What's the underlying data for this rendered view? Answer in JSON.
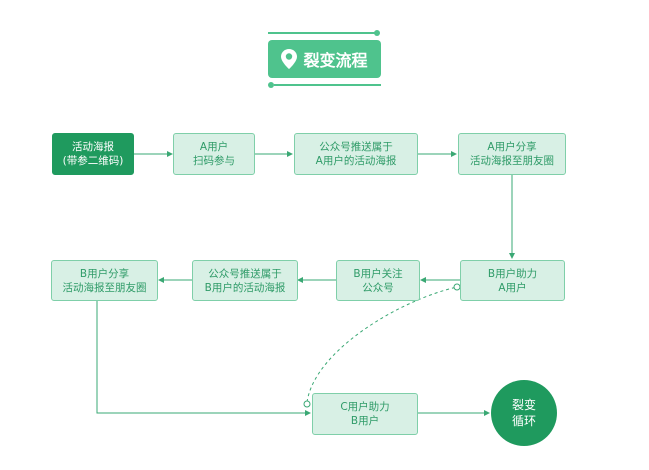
{
  "title": {
    "text": "裂变流程",
    "icon": "location-pin-icon",
    "color": "#4fc38d"
  },
  "nodes": {
    "poster": {
      "line1": "活动海报",
      "line2": "(带参二维码)"
    },
    "a_scan": {
      "line1": "A用户",
      "line2": "扫码参与"
    },
    "push_a": {
      "line1": "公众号推送属于",
      "line2": "A用户的活动海报"
    },
    "a_share": {
      "line1": "A用户分享",
      "line2": "活动海报至朋友圈"
    },
    "b_help": {
      "line1": "B用户助力",
      "line2": "A用户"
    },
    "b_follow": {
      "line1": "B用户关注",
      "line2": "公众号"
    },
    "push_b": {
      "line1": "公众号推送属于",
      "line2": "B用户的活动海报"
    },
    "b_share": {
      "line1": "B用户分享",
      "line2": "活动海报至朋友圈"
    },
    "c_help": {
      "line1": "C用户助力",
      "line2": "B用户"
    },
    "loop": {
      "line1": "裂变",
      "line2": "循环"
    }
  },
  "colors": {
    "accent": "#4fc38d",
    "dark_green": "#1f9a5e",
    "node_fill": "#d8f0e5",
    "node_border": "#7fcfa9",
    "node_text": "#2f9b68",
    "connector": "#3aa874"
  }
}
